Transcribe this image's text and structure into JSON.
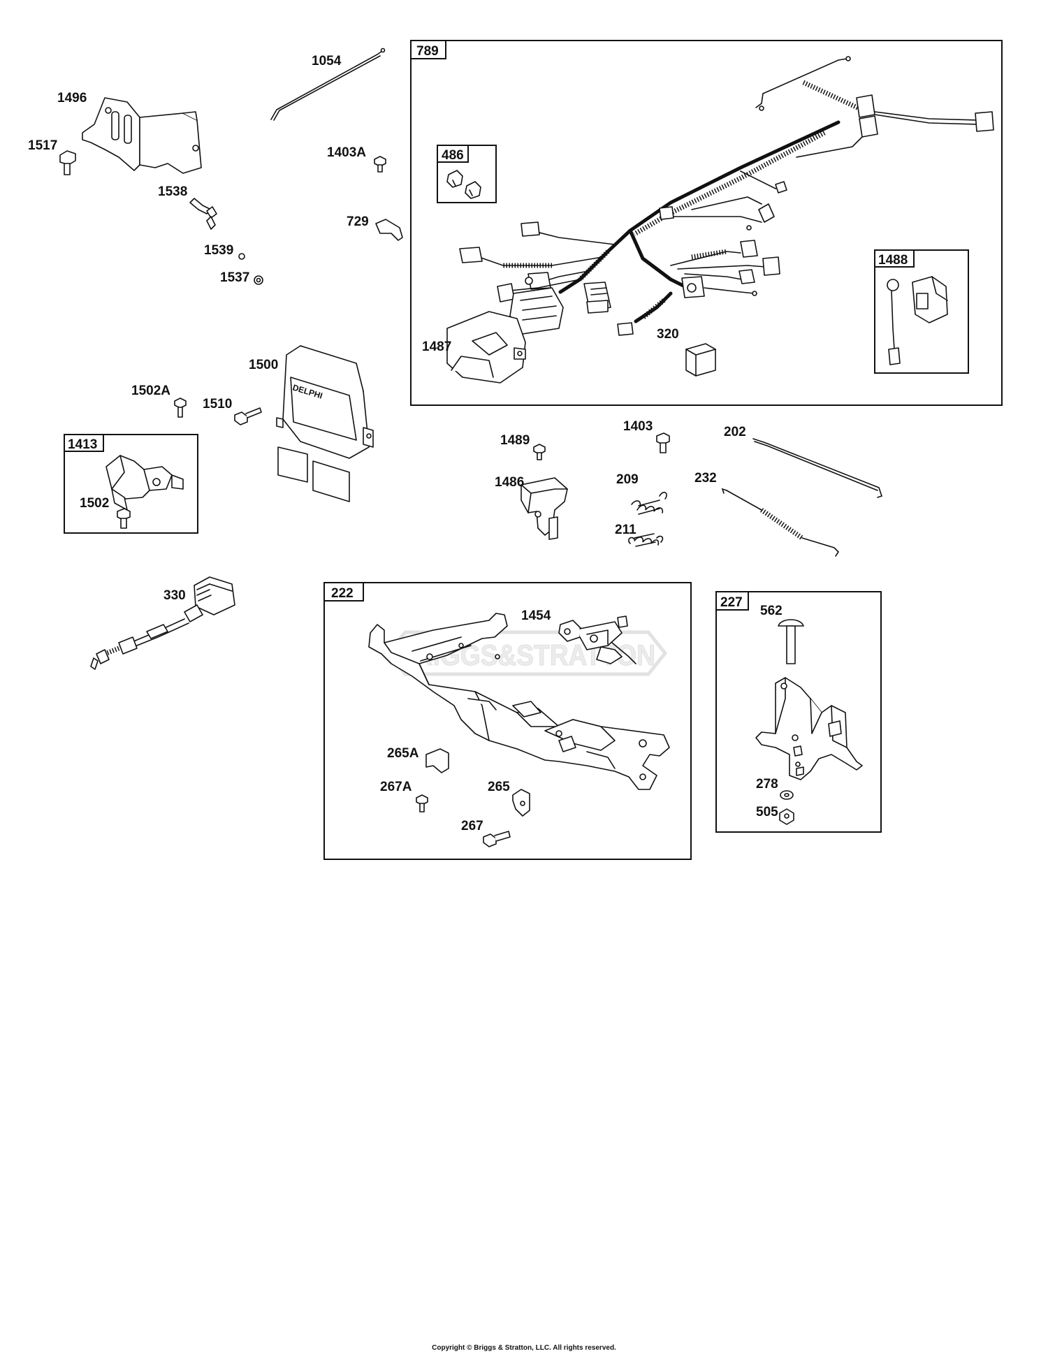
{
  "labels": {
    "l1054": "1054",
    "l1496": "1496",
    "l1517": "1517",
    "l1538": "1538",
    "l1539": "1539",
    "l1537": "1537",
    "l1403A": "1403A",
    "l729": "729",
    "l1500": "1500",
    "l1502A": "1502A",
    "l1510": "1510",
    "l1502": "1502",
    "l330": "330",
    "l1487": "1487",
    "l320": "320",
    "l1489": "1489",
    "l1403": "1403",
    "l202": "202",
    "l1486": "1486",
    "l209": "209",
    "l232": "232",
    "l211": "211",
    "l1454": "1454",
    "l265A": "265A",
    "l267A": "267A",
    "l265": "265",
    "l267": "267",
    "l562": "562",
    "l278": "278",
    "l505": "505"
  },
  "boxes": {
    "b789": "789",
    "b486": "486",
    "b1488": "1488",
    "b1413": "1413",
    "b222": "222",
    "b227": "227"
  },
  "watermark": "BRIGGS&STRATTON",
  "ecu_brand": "DELPHI",
  "copyright": "Copyright © Briggs & Stratton, LLC. All rights reserved."
}
